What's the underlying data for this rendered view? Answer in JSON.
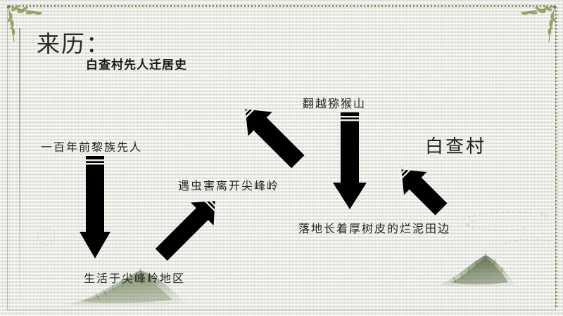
{
  "slide": {
    "title": "来历：",
    "subtitle": "白查村先人迁居史",
    "background_color": "#f3f3ed",
    "frame_color": "#8b9867",
    "arrow_color": "#000000",
    "text_color": "#1b1b1b"
  },
  "flow": {
    "nodes": [
      {
        "id": "node-1",
        "label": "一百年前黎族先人"
      },
      {
        "id": "node-2",
        "label": "生活于尖峰岭地区"
      },
      {
        "id": "node-3",
        "label": "遇虫害离开尖峰岭"
      },
      {
        "id": "node-4",
        "label": "翻越猕猴山"
      },
      {
        "id": "node-5",
        "label": "落地长着厚树皮的烂泥田边"
      },
      {
        "id": "node-6",
        "label": "白查村"
      }
    ],
    "arrows": [
      {
        "id": "arrow-1",
        "direction": "down",
        "from": "node-1",
        "to": "node-2"
      },
      {
        "id": "arrow-2",
        "direction": "up-right",
        "from": "node-2",
        "to": "node-3"
      },
      {
        "id": "arrow-3",
        "direction": "up-right",
        "from": "node-3",
        "to": "node-4"
      },
      {
        "id": "arrow-4",
        "direction": "down",
        "from": "node-4",
        "to": "node-5"
      },
      {
        "id": "arrow-5",
        "direction": "up-right",
        "from": "node-5",
        "to": "node-6"
      }
    ]
  },
  "decorations": {
    "corner_top_left": "leaf-branch-ornament",
    "corner_top_right": "leaf-branch-ornament",
    "hill_left": "watercolor-hill",
    "hill_right": "watercolor-hill"
  }
}
